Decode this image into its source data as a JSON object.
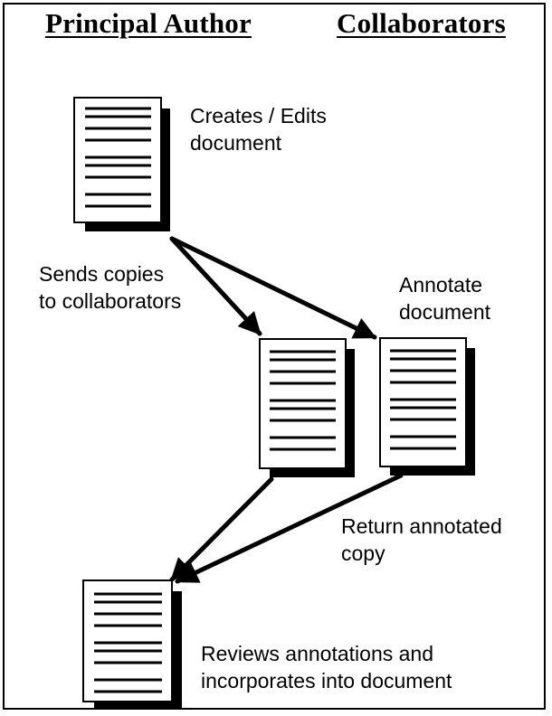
{
  "headers": {
    "left": "Principal Author",
    "right": "Collaborators"
  },
  "labels": {
    "creates_line1": "Creates / Edits",
    "creates_line2": "document",
    "sends_line1": "Sends copies",
    "sends_line2": "to collaborators",
    "annotate_line1": "Annotate",
    "annotate_line2": "document",
    "return_line1": "Return annotated",
    "return_line2": "copy",
    "reviews_line1": "Reviews annotations and",
    "reviews_line2": "incorporates into document"
  },
  "icons": {
    "document": "document-icon",
    "arrow": "arrow-icon"
  },
  "colors": {
    "ink": "#000000",
    "paper": "#ffffff"
  }
}
